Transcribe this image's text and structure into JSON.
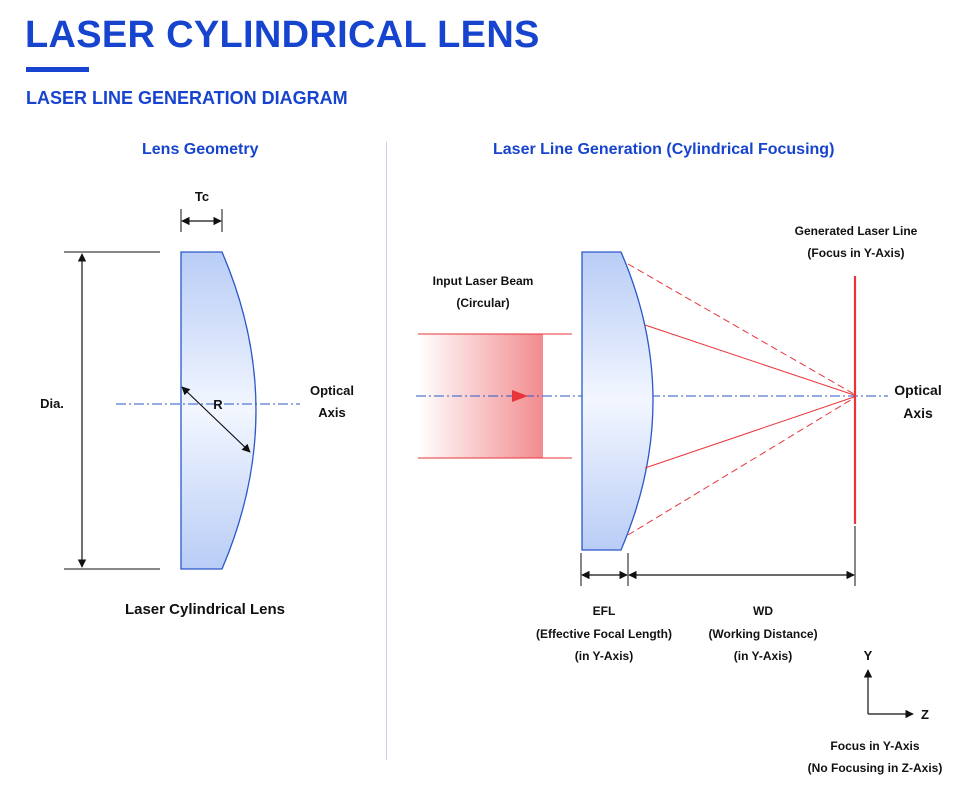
{
  "header": {
    "title": "LASER CYLINDRICAL LENS",
    "subtitle": "LASER LINE GENERATION DIAGRAM",
    "accent_color": "#1744cf"
  },
  "left_panel": {
    "title": "Lens Geometry",
    "tc_label": "Tc",
    "dia_label": "Dia.",
    "r_label": "R",
    "optical_axis_line1": "Optical",
    "optical_axis_line2": "Axis",
    "caption": "Laser Cylindrical Lens"
  },
  "right_panel": {
    "title": "Laser Line Generation (Cylindrical Focusing)",
    "input_beam_line1": "Input Laser Beam",
    "input_beam_line2": "(Circular)",
    "laser_line_line1": "Generated Laser Line",
    "laser_line_line2": "(Focus in Y-Axis)",
    "optical_axis_line1": "Optical",
    "optical_axis_line2": "Axis",
    "efl_line1": "EFL",
    "efl_line2": "(Effective Focal Length)",
    "efl_line3": "(in Y-Axis)",
    "wd_line1": "WD",
    "wd_line2": "(Working Distance)",
    "wd_line3": "(in Y-Axis)",
    "axis_y": "Y",
    "axis_z": "Z",
    "focus_note_line1": "Focus in Y-Axis",
    "focus_note_line2": "(No Focusing in Z-Axis)",
    "laser_color": "#e8353b",
    "lens_color": "#c9d8f7"
  }
}
